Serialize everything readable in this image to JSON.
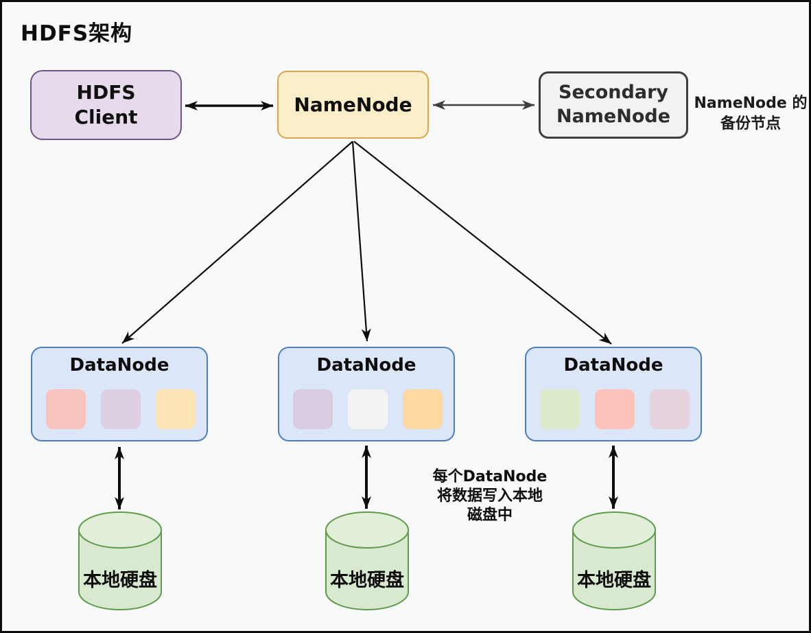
{
  "title": "HDFS架构",
  "colors": {
    "canvas_bg": "#f8f9f9",
    "canvas_border": "#0c0c0c",
    "client_fill": "#e6daeb",
    "client_border": "#6e5487",
    "namenode_fill": "#fceec9",
    "namenode_border": "#dba44e",
    "secondary_fill": "#f2f2f2",
    "secondary_border": "#3d3d3d",
    "datanode_fill": "#dbe7f8",
    "datanode_border": "#4d7fc0",
    "disk_fill": "#d9e9cf",
    "disk_top_fill": "#e2efd8",
    "disk_border": "#5f9a4a",
    "arrow_primary": "#0d0d0d",
    "arrow_secondary": "#3f3f3f"
  },
  "nodes": {
    "client": {
      "label": "HDFS\nClient"
    },
    "namenode": {
      "label": "NameNode"
    },
    "secondary": {
      "label": "Secondary\nNameNode",
      "note": "NameNode 的\n备份节点"
    }
  },
  "datanodes": [
    {
      "label": "DataNode",
      "blocks": [
        "#f7c3bd",
        "#dcd0e2",
        "#fce3b4"
      ]
    },
    {
      "label": "DataNode",
      "blocks": [
        "#d9cbe0",
        "#f3f3f5",
        "#fcd8a2"
      ]
    },
    {
      "label": "DataNode",
      "blocks": [
        "#dceac9",
        "#fac2b9",
        "#e6d3dd"
      ]
    }
  ],
  "disks": [
    {
      "label": "本地硬盘"
    },
    {
      "label": "本地硬盘"
    },
    {
      "label": "本地硬盘"
    }
  ],
  "annotation": "每个DataNode\n将数据写入本地\n磁盘中"
}
